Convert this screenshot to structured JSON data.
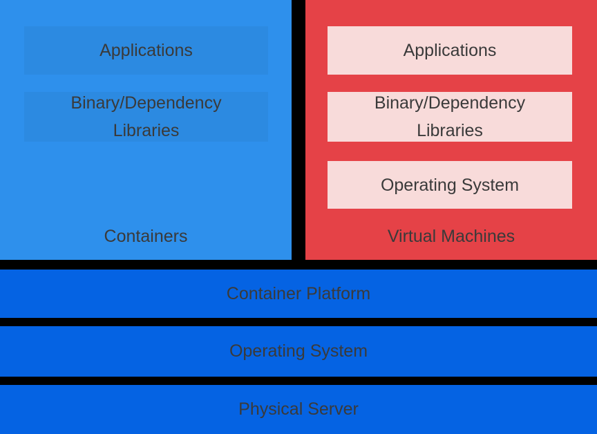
{
  "colors": {
    "background": "#000000",
    "containers_panel": "#2E90EC",
    "containers_layer_box": "#2C8AE1",
    "vm_panel": "#E54247",
    "vm_layer_box": "#F8DBDA",
    "base_bar": "#0563E3",
    "text": "#3A3A3A"
  },
  "container_stack": {
    "label": "Containers",
    "layers": [
      "Applications",
      "Binary/Dependency Libraries"
    ]
  },
  "vm_stack": {
    "label": "Virtual Machines",
    "layers": [
      "Applications",
      "Binary/Dependency Libraries",
      "Operating System"
    ]
  },
  "base_layers": [
    "Container Platform",
    "Operating System",
    "Physical Server"
  ]
}
